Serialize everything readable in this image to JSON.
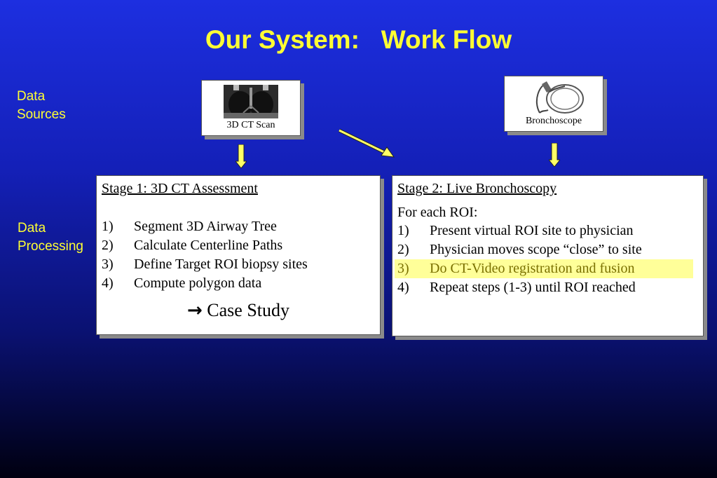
{
  "title": "Our System:   Work Flow",
  "labels": {
    "data_sources": [
      "Data",
      "Sources"
    ],
    "data_processing": [
      "Data",
      "Processing"
    ]
  },
  "sources": {
    "ct_scan": {
      "caption": "3D CT Scan",
      "icon": "ct-scan-image"
    },
    "bronchoscope": {
      "caption": "Bronchoscope",
      "icon": "bronchoscope-image"
    }
  },
  "stage1": {
    "title": "Stage 1:  3D CT Assessment",
    "steps": [
      {
        "num": "1)",
        "text": "Segment 3D Airway Tree"
      },
      {
        "num": "2)",
        "text": "Calculate Centerline Paths"
      },
      {
        "num": "3)",
        "text": "Define Target ROI biopsy sites"
      },
      {
        "num": "4)",
        "text": "Compute polygon data"
      }
    ],
    "footer_arrow": "→",
    "footer": "Case Study"
  },
  "stage2": {
    "title": "Stage 2:  Live Bronchoscopy",
    "intro": "For each ROI:",
    "steps": [
      {
        "num": "1)",
        "text": "Present virtual ROI site to physician"
      },
      {
        "num": "2)",
        "text": "Physician moves scope “close” to site"
      },
      {
        "num": "3)",
        "text": "Do CT-Video registration and fusion"
      },
      {
        "num": "4)",
        "text": "Repeat steps (1-3) until ROI reached"
      }
    ],
    "highlighted_step": 3
  },
  "colors": {
    "title": "#ffff33",
    "highlight": "#ffff99",
    "arrow_fill": "#ffff66"
  }
}
